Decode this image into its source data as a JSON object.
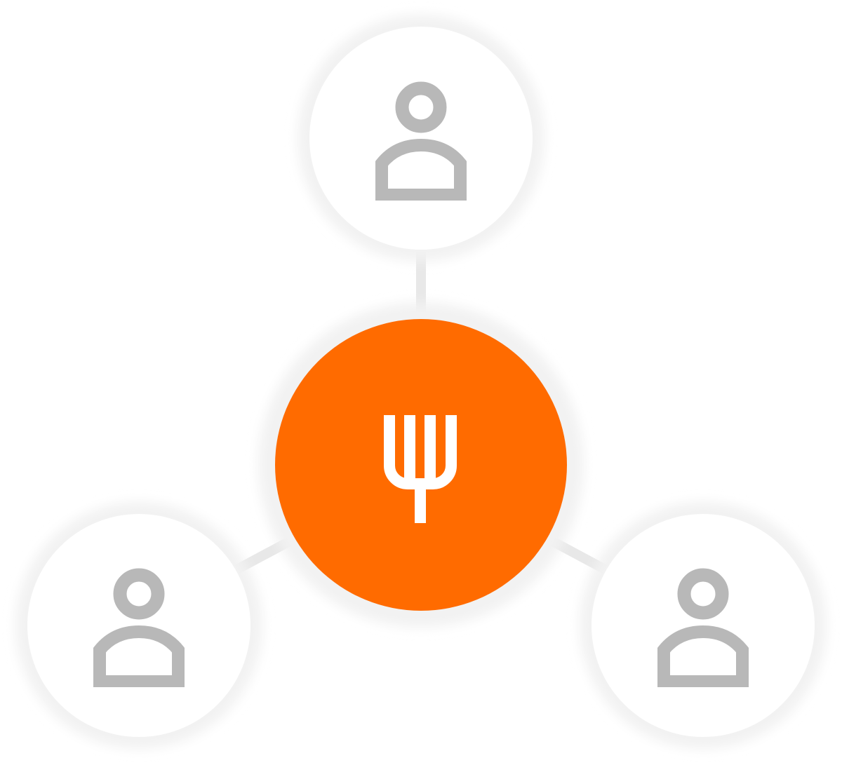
{
  "diagram": {
    "type": "hub-and-spoke",
    "hub": {
      "icon": "fork-icon",
      "fill_color": "#FF6B00",
      "icon_color": "#FFFFFF"
    },
    "satellites": [
      {
        "id": "top",
        "icon": "user-icon"
      },
      {
        "id": "bottom-left",
        "icon": "user-icon"
      },
      {
        "id": "bottom-right",
        "icon": "user-icon"
      }
    ],
    "colors": {
      "satellite_fill": "#FFFFFF",
      "satellite_icon": "#B8B8B8",
      "connector": "#E8E8E8",
      "halo": "#F2F2F2"
    }
  }
}
